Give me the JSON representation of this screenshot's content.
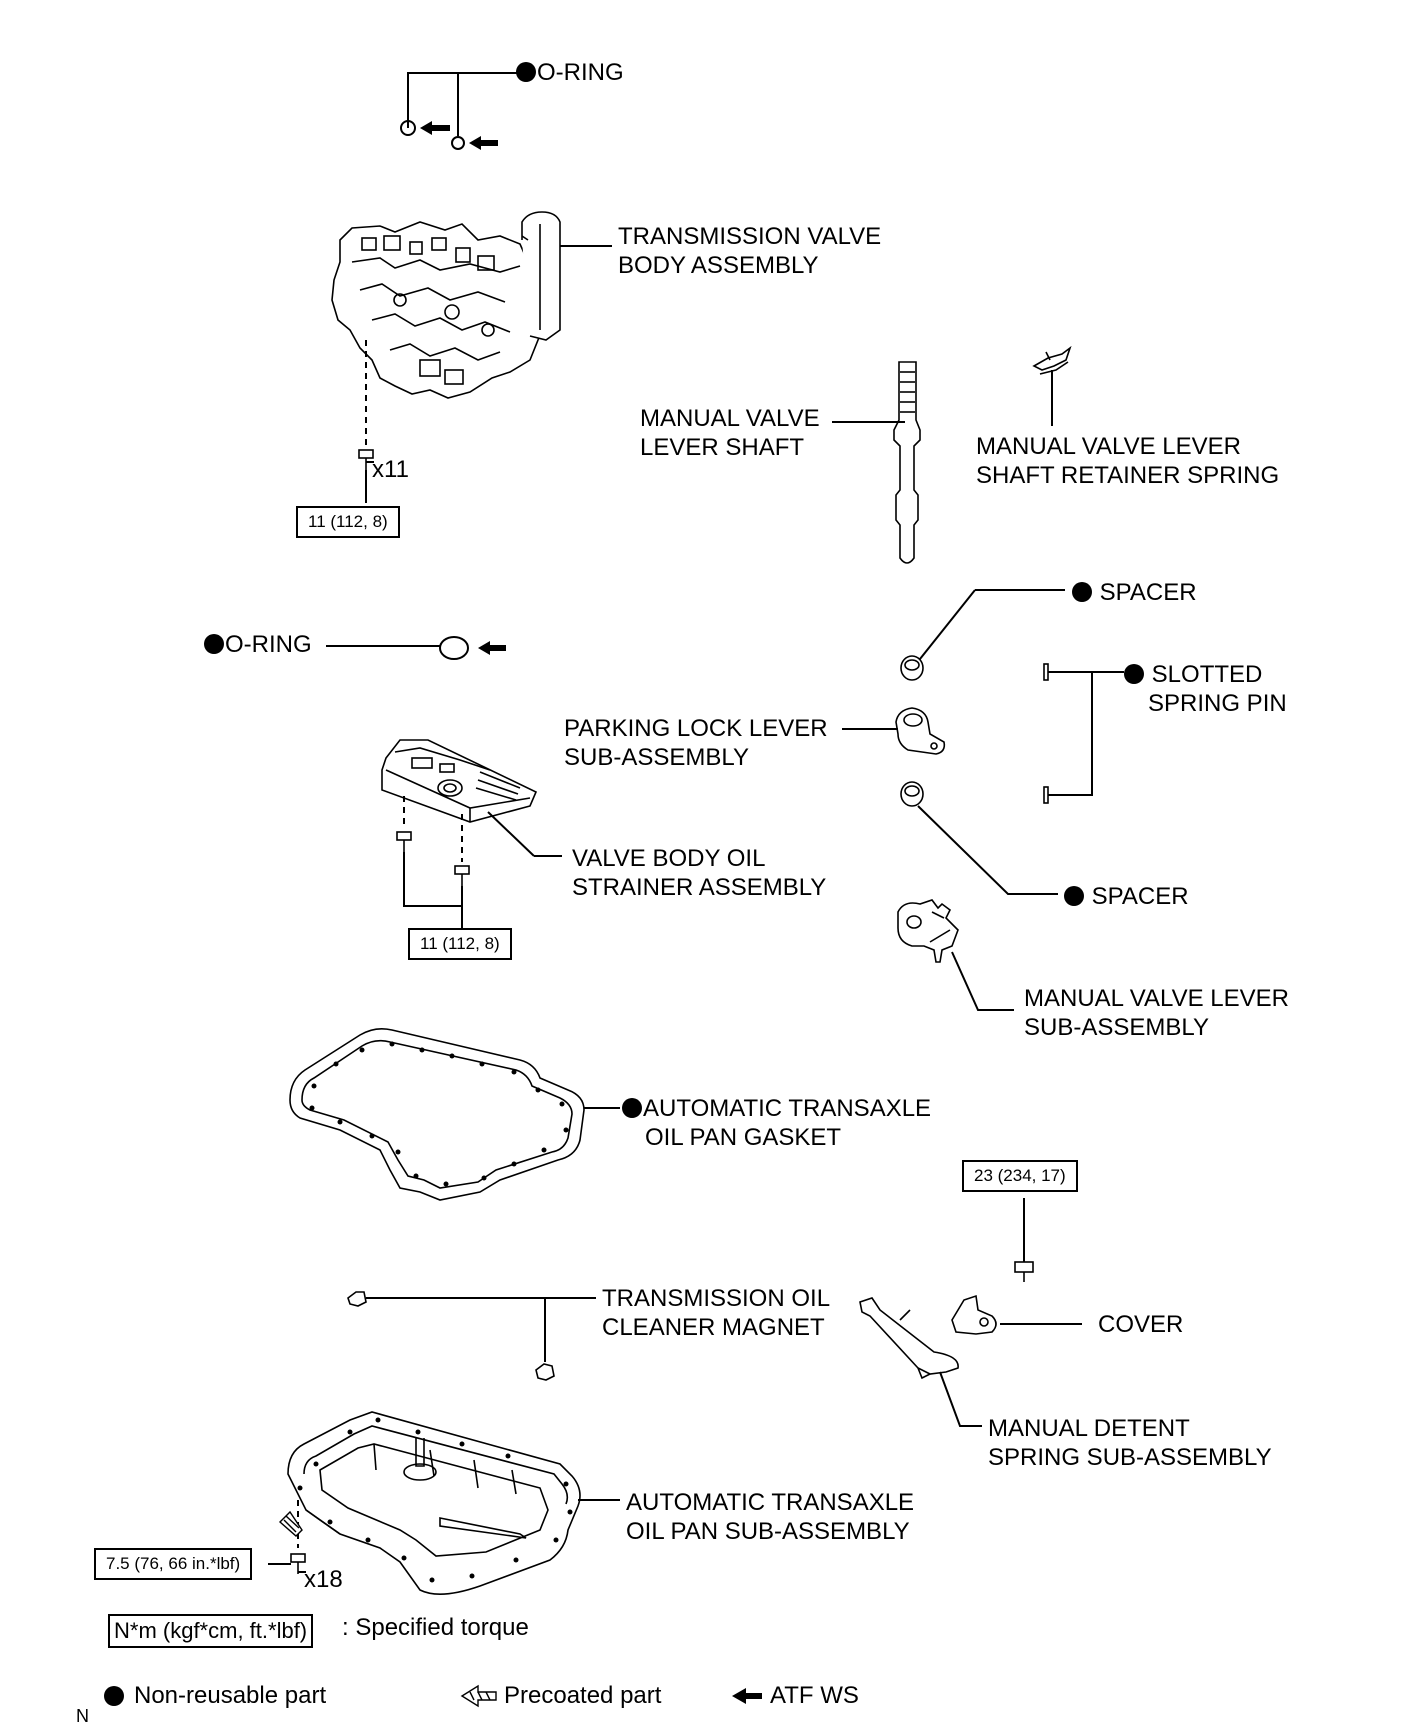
{
  "labels": {
    "oring_top": "O-RING",
    "valve_body_1": "TRANSMISSION VALVE",
    "valve_body_2": "BODY ASSEMBLY",
    "manual_valve_shaft_1": "MANUAL VALVE",
    "manual_valve_shaft_2": "LEVER SHAFT",
    "retainer_spring_1": "MANUAL VALVE LEVER",
    "retainer_spring_2": "SHAFT RETAINER SPRING",
    "spacer_top": "SPACER",
    "oring_mid": "O-RING",
    "slotted_pin_1": "SLOTTED",
    "slotted_pin_2": "SPRING PIN",
    "parking_lock_1": "PARKING LOCK LEVER",
    "parking_lock_2": "SUB-ASSEMBLY",
    "strainer_1": "VALVE BODY OIL",
    "strainer_2": "STRAINER ASSEMBLY",
    "spacer_bottom": "SPACER",
    "manual_lever_1": "MANUAL VALVE LEVER",
    "manual_lever_2": "SUB-ASSEMBLY",
    "gasket_1": "AUTOMATIC TRANSAXLE",
    "gasket_2": "OIL PAN GASKET",
    "magnet_1": "TRANSMISSION OIL",
    "magnet_2": "CLEANER MAGNET",
    "cover": "COVER",
    "detent_1": "MANUAL DETENT",
    "detent_2": "SPRING SUB-ASSEMBLY",
    "oil_pan_1": "AUTOMATIC TRANSAXLE",
    "oil_pan_2": "OIL PAN SUB-ASSEMBLY"
  },
  "torque": {
    "valve_body": "11 (112, 8)",
    "strainer": "11 (112, 8)",
    "detent": "23 (234, 17)",
    "oil_pan": "7.5 (76, 66 in.*lbf)"
  },
  "multipliers": {
    "valve_body_bolts": "x11",
    "oil_pan_bolts": "x18"
  },
  "legend": {
    "torque_unit": "N*m (kgf*cm, ft.*lbf)",
    "torque_desc": ": Specified torque",
    "non_reusable": "Non-reusable part",
    "precoated": "Precoated part",
    "atf": "ATF WS"
  },
  "corner_mark": "N"
}
